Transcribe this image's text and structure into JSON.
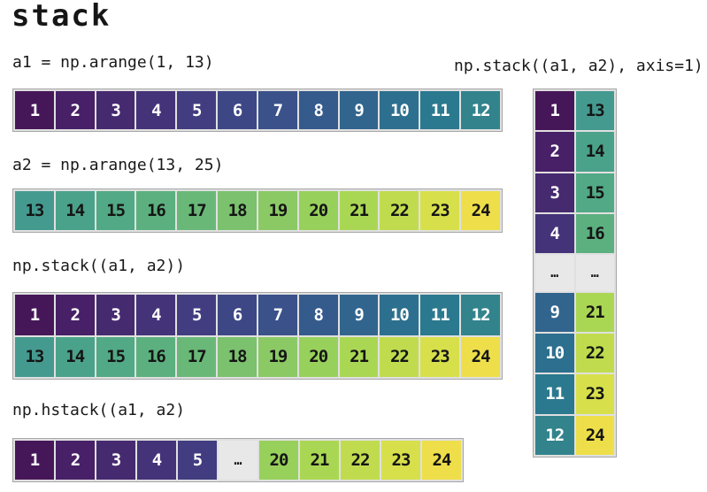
{
  "title": "stack",
  "colors": {
    "text_on_dark": "#ffffff",
    "text_on_light": "#151515",
    "label_text": "#1a1a1a",
    "ellipsis_bg": "#e8e8e8",
    "grid_gap": "#e0e0e0",
    "grid_border": "#a6a6a6"
  },
  "palette": {
    "1": "#461758",
    "2": "#472067",
    "3": "#462a70",
    "4": "#443379",
    "5": "#423d80",
    "6": "#3e4786",
    "7": "#3a518a",
    "8": "#355b8d",
    "9": "#31658e",
    "10": "#2d6f8e",
    "11": "#2b798e",
    "12": "#32838c",
    "13": "#459a90",
    "14": "#4aa28a",
    "15": "#52a985",
    "16": "#5cb07f",
    "17": "#69b878",
    "18": "#7bc16e",
    "19": "#8bc965",
    "20": "#98d05c",
    "21": "#aad753",
    "22": "#c0dc4e",
    "23": "#d7e04b",
    "24": "#eedf4a"
  },
  "ellipsis_char": "…",
  "sections": {
    "a1": {
      "label": "a1 = np.arange(1, 13)",
      "cells": [
        1,
        2,
        3,
        4,
        5,
        6,
        7,
        8,
        9,
        10,
        11,
        12
      ]
    },
    "a2": {
      "label": "a2 = np.arange(13, 25)",
      "cells": [
        13,
        14,
        15,
        16,
        17,
        18,
        19,
        20,
        21,
        22,
        23,
        24
      ]
    },
    "stack": {
      "label": "np.stack((a1, a2))",
      "cells": [
        1,
        2,
        3,
        4,
        5,
        6,
        7,
        8,
        9,
        10,
        11,
        12,
        13,
        14,
        15,
        16,
        17,
        18,
        19,
        20,
        21,
        22,
        23,
        24
      ]
    },
    "hstack": {
      "label": "np.hstack((a1, a2)",
      "cells": [
        1,
        2,
        3,
        4,
        5,
        "…",
        20,
        21,
        22,
        23,
        24
      ]
    },
    "stack_axis1": {
      "label": "np.stack((a1, a2), axis=1)",
      "cells": [
        1,
        13,
        2,
        14,
        3,
        15,
        4,
        16,
        "…",
        "…",
        9,
        21,
        10,
        22,
        11,
        23,
        12,
        24
      ]
    }
  }
}
